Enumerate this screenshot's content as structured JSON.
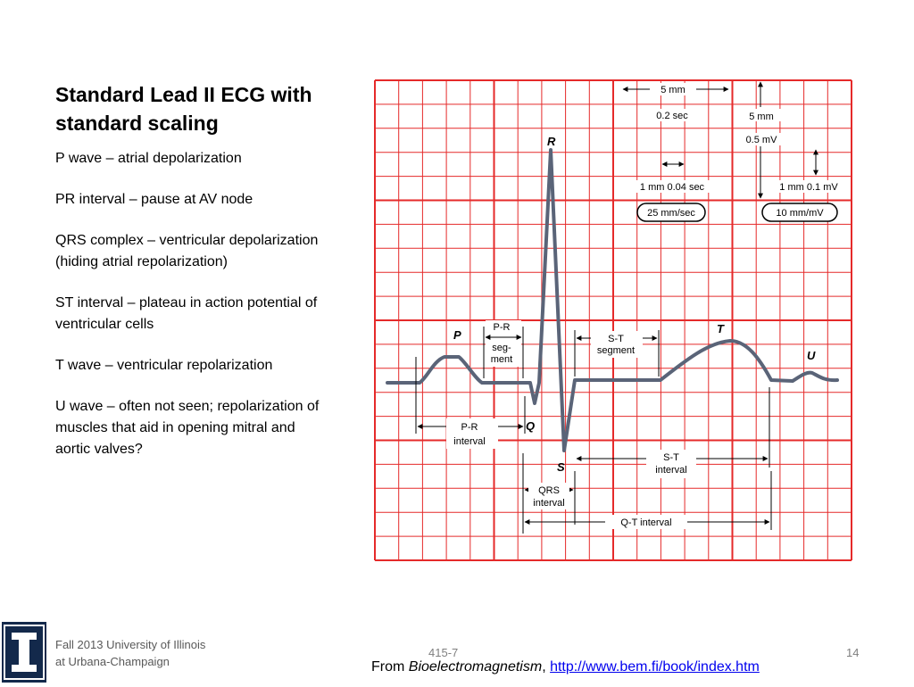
{
  "slide": {
    "title": "Standard Lead II ECG with standard scaling",
    "bullets": [
      "P wave – atrial depolarization",
      "PR interval – pause at AV node",
      "QRS complex – ventricular depolarization (hiding atrial repolarization)",
      "ST interval – plateau in action potential of ventricular cells",
      "T wave – ventricular repolarization",
      "U wave – often not seen; repolarization of muscles that aid in opening mitral and aortic valves?"
    ]
  },
  "figure": {
    "scale": {
      "h_big": "5 mm",
      "h_big_time": "0.2 sec",
      "v_big": "5 mm",
      "v_big_volt": "0.5 mV",
      "h_small": "1 mm  0.04 sec",
      "v_small": "1 mm  0.1 mV",
      "speed": "25 mm/sec",
      "gain": "10 mm/mV"
    },
    "waves": {
      "p": "P",
      "q": "Q",
      "r": "R",
      "s": "S",
      "t": "T",
      "u": "U"
    },
    "intervals": {
      "pr_segment_1": "P-R",
      "pr_segment_2": "seg-",
      "pr_segment_3": "ment",
      "st_segment_1": "S-T",
      "st_segment_2": "segment",
      "pr_interval_1": "P-R",
      "pr_interval_2": "interval",
      "st_interval_1": "S-T",
      "st_interval_2": "interval",
      "qrs_interval_1": "QRS",
      "qrs_interval_2": "interval",
      "qt_interval": "Q-T  interval"
    },
    "colors": {
      "grid": "#e52a2a",
      "trace": "#5a6478"
    }
  },
  "footer": {
    "institution_line1": "Fall 2013 University of Illinois",
    "institution_line2": "at Urbana-Champaign",
    "course_code": "415-7",
    "page_number": "14",
    "source_prefix": "From ",
    "source_book": "Bioelectromagnetism",
    "source_sep": ", ",
    "source_url": "http://www.bem.fi/book/index.htm"
  }
}
